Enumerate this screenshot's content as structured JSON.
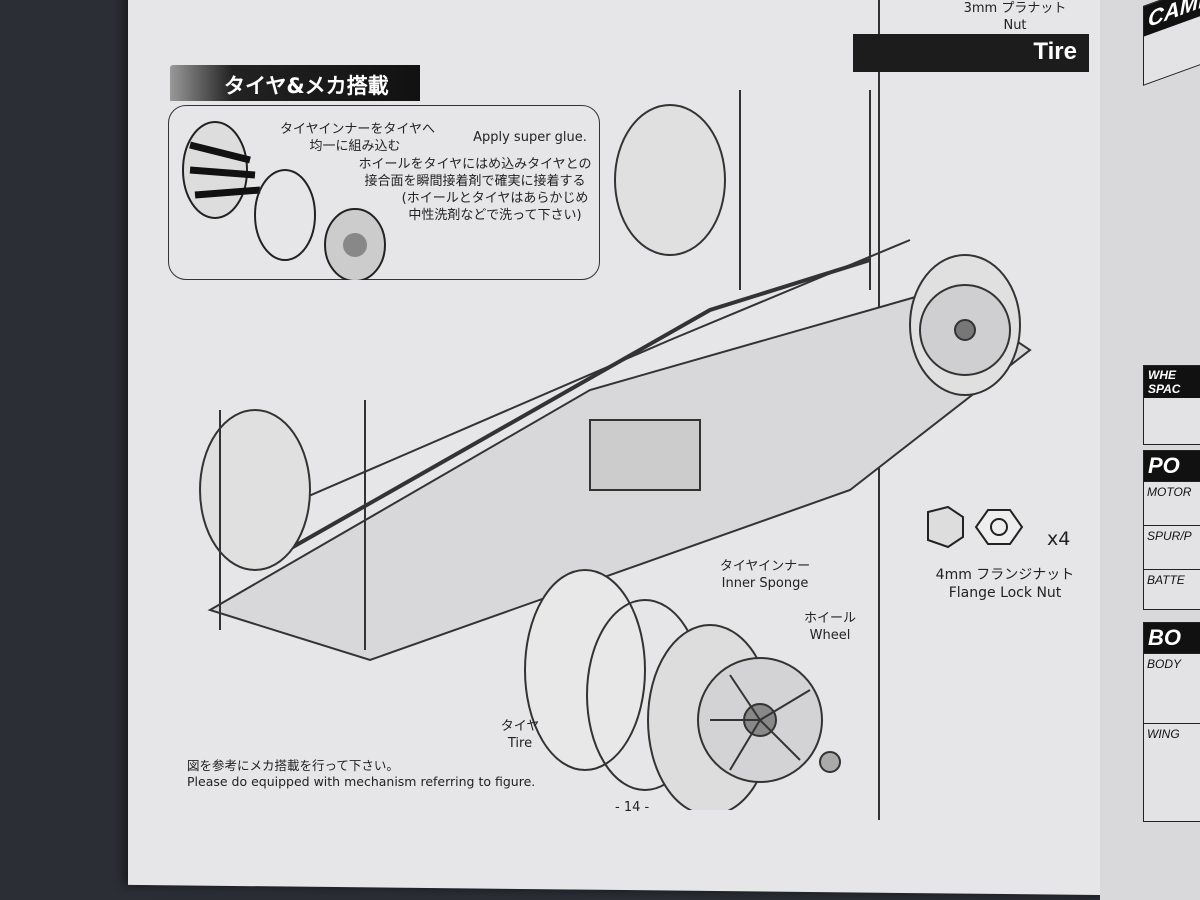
{
  "header": {
    "top_nut_jp": "3mm プラナット",
    "top_nut_en": "Nut",
    "section_title": "タイヤ&メカ搭載",
    "tire_bar": "Tire"
  },
  "callout": {
    "line1": "タイヤインナーをタイヤへ",
    "line2": "均一に組み込む",
    "glue": "Apply super glue.",
    "line3": "ホイールをタイヤにはめ込みタイヤとの",
    "line4": "接合面を瞬間接着剤で確実に接着する",
    "line5": "(ホイールとタイヤはあらかじめ",
    "line6": "中性洗剤などで洗って下さい)"
  },
  "labels": {
    "inner_jp": "タイヤインナー",
    "inner_en": "Inner Sponge",
    "wheel_jp": "ホイール",
    "wheel_en": "Wheel",
    "tire_jp": "タイヤ",
    "tire_en": "Tire"
  },
  "parts": {
    "qty": "x4",
    "nut_jp": "4mm フランジナット",
    "nut_en": "Flange Lock Nut"
  },
  "footer": {
    "note_jp": "図を参考にメカ搭載を行って下さい。",
    "note_en": "Please do equipped with mechanism referring to figure.",
    "page": "- 14 -"
  },
  "right_page": {
    "camber": "CAMB",
    "wheel_spacer": "WHE SPAC",
    "power": "PO",
    "motor": "MOTOR",
    "spur": "SPUR/P",
    "battery": "BATTE",
    "body_hdr": "BO",
    "body": "BODY",
    "wing": "WING"
  }
}
